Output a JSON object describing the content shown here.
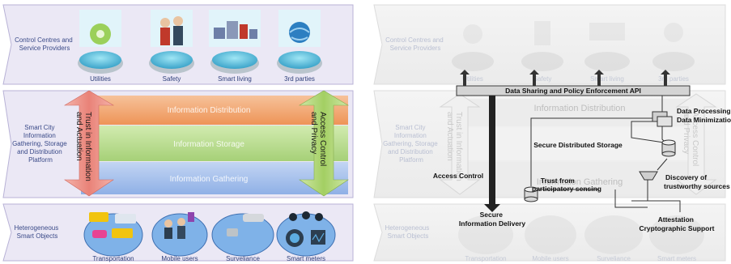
{
  "left": {
    "bands": {
      "top": [
        "Control Centres and",
        "Service Providers"
      ],
      "middle": [
        "Smart City",
        "Information",
        "Gathering, Storage",
        "and Distribution",
        "Platform"
      ],
      "bottom": [
        "Heterogeneous",
        "Smart Objects"
      ]
    },
    "providers": [
      "Utilities",
      "Safety",
      "Smart living",
      "3rd parties"
    ],
    "layers": [
      "Information Distribution",
      "Information Storage",
      "Information Gathering"
    ],
    "trust_arrow": [
      "Trust in Information",
      "and Actuation"
    ],
    "access_arrow": [
      "Access Control",
      "and Privacy"
    ],
    "objects": [
      "Transportation",
      "Mobile users",
      "Surveliance",
      "Smart meters"
    ]
  },
  "right": {
    "api_bar": "Data Sharing and Policy Enforcement API",
    "layer_distribution": "Information Distribution",
    "layer_gathering": "Information Gathering",
    "data_processing": [
      "Data Processing",
      "Data Minimization"
    ],
    "secure_storage": "Secure Distributed Storage",
    "access_control": "Access Control",
    "trust_from": [
      "Trust from",
      "participatory sensing"
    ],
    "discovery": [
      "Discovery of",
      "trustworthy sources"
    ],
    "secure_delivery": [
      "Secure",
      "Information Delivery"
    ],
    "attestation": [
      "Attestation",
      "Cryptographic Support"
    ]
  },
  "colors": {
    "band_bg": "#e9e6f3",
    "band_border": "#b6b0d4",
    "layer_distribution": "#f0a26a",
    "layer_storage": "#b5d98a",
    "layer_gathering": "#9bb7e6",
    "trust_arrow": "#e8847c",
    "access_arrow": "#a6cf6b"
  }
}
